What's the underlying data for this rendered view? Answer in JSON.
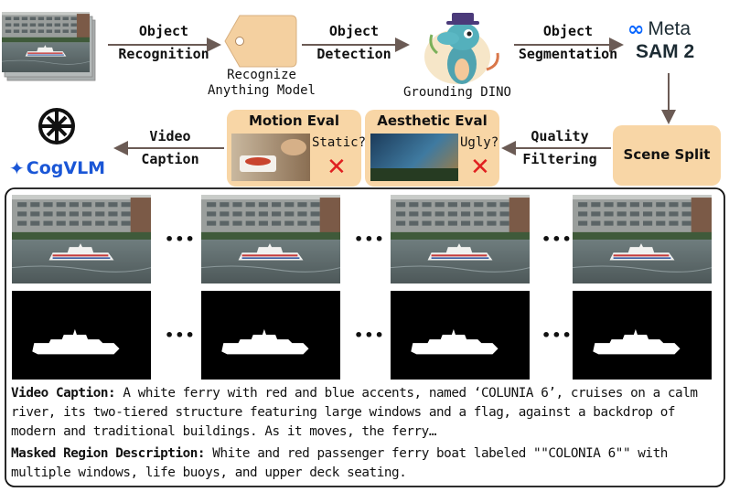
{
  "pipeline": {
    "step1": {
      "line1": "Object",
      "line2": "Recognition"
    },
    "ram_label": {
      "line1": "Recognize",
      "line2": "Anything Model"
    },
    "step2": {
      "line1": "Object",
      "line2": "Detection"
    },
    "grounding_label": "Grounding DINO",
    "step3": {
      "line1": "Object",
      "line2": "Segmentation"
    },
    "meta_logo": "Meta",
    "sam_label": "SAM 2",
    "scene_split": "Scene Split",
    "quality": {
      "line1": "Quality",
      "line2": "Filtering"
    },
    "aesthetic": {
      "title": "Aesthetic Eval",
      "question": "Ugly?",
      "cross": "✕"
    },
    "motion": {
      "title": "Motion Eval",
      "question": "Static?",
      "cross": "✕"
    },
    "caption_step": {
      "line1": "Video",
      "line2": "Caption"
    },
    "cogvlm_logo": "CogVLM"
  },
  "frames": {
    "ellipsis": "•••"
  },
  "captions": {
    "video_label": "Video Caption:",
    "video_text": "A white ferry with red and blue accents, named ‘COLUNIA 6’, cruises on a calm river, its two-tiered structure featuring large windows and a flag, against a backdrop of modern and traditional buildings. As it moves, the ferry…",
    "mask_label": "Masked Region Description:",
    "mask_text": "White and red passenger ferry boat labeled \"\"COLONIA 6\"\" with multiple windows, life buoys, and upper deck seating."
  },
  "colors": {
    "box_fill": "#f8d6a6",
    "cross": "#e02020",
    "meta_blue": "#0866ff",
    "cogvlm_blue": "#1a56d6"
  }
}
